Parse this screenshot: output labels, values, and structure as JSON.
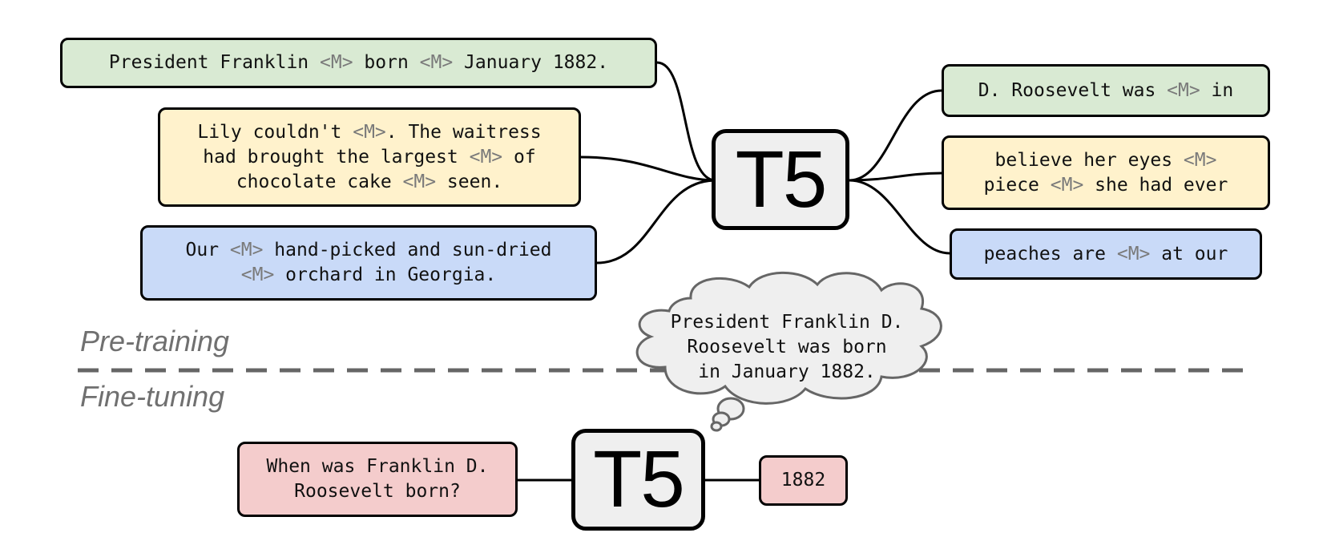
{
  "mask_token": "<M>",
  "model_name": "T5",
  "sections": {
    "pretraining": "Pre-training",
    "finetuning": "Fine-tuning"
  },
  "inputs": [
    {
      "color": "green",
      "lines": [
        [
          "President Franklin ",
          "<M>",
          " born ",
          "<M>",
          " January 1882."
        ]
      ]
    },
    {
      "color": "yellow",
      "lines": [
        [
          "Lily couldn't ",
          "<M>",
          ". The waitress"
        ],
        [
          "had brought the largest ",
          "<M>",
          " of"
        ],
        [
          "chocolate cake ",
          "<M>",
          " seen."
        ]
      ]
    },
    {
      "color": "blue",
      "lines": [
        [
          "Our ",
          "<M>",
          " hand-picked and sun-dried"
        ],
        [
          "<M>",
          " orchard in Georgia."
        ]
      ]
    }
  ],
  "targets": [
    {
      "color": "green",
      "lines": [
        [
          "D. Roosevelt was ",
          "<M>",
          " in"
        ]
      ]
    },
    {
      "color": "yellow",
      "lines": [
        [
          "believe her eyes ",
          "<M>"
        ],
        [
          "piece ",
          "<M>",
          " she had ever"
        ]
      ]
    },
    {
      "color": "blue",
      "lines": [
        [
          "peaches are ",
          "<M>",
          " at our"
        ]
      ]
    }
  ],
  "thought": {
    "lines": [
      "President Franklin D.",
      "Roosevelt was born",
      "in January 1882."
    ]
  },
  "finetune": {
    "question_lines": [
      "When was Franklin D.",
      "Roosevelt born?"
    ],
    "answer": "1882"
  },
  "colors": {
    "green": "#d9ead3",
    "yellow": "#fff2cc",
    "blue": "#c9daf8",
    "red": "#f4cccc",
    "model_fill": "#efefef",
    "cloud_fill": "#efefef",
    "mask_text": "#7a7a7a",
    "divider": "#666666",
    "section_label": "#707070"
  }
}
